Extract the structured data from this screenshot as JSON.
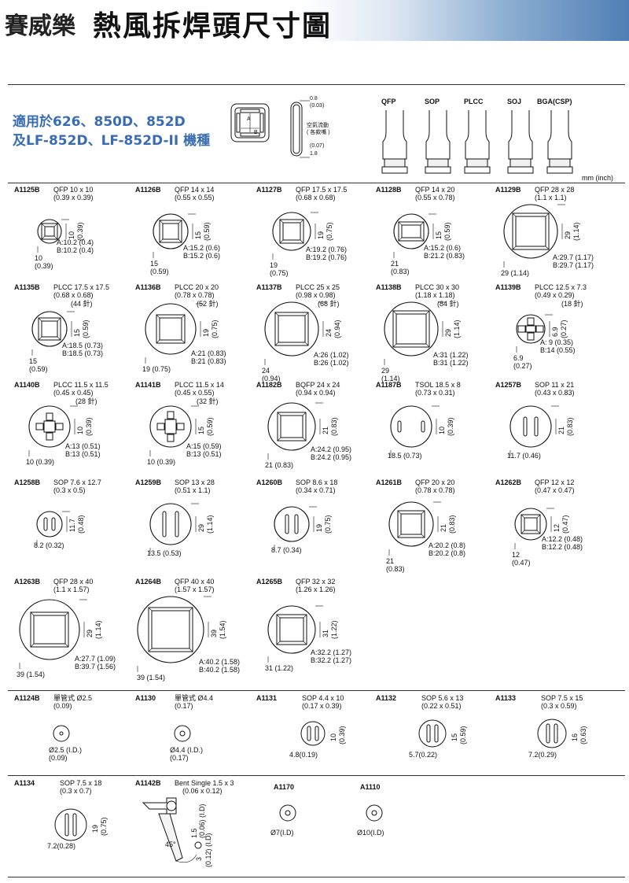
{
  "header": {
    "brand": "賽威樂",
    "title": "熱風拆焊頭尺寸圖"
  },
  "intro": {
    "line1": "適用於626、850D、852D",
    "line2": "及LF-852D、LF-852D-II 機種"
  },
  "legend": {
    "a": "A",
    "b": "B",
    "gap": "0.8",
    "gap_in": "(0.03)",
    "flow1": "空氣流動",
    "flow2": "( 各款嘴 )",
    "lip_in": "(0.07)",
    "lip": "1.8"
  },
  "nozzle_types": [
    "QFP",
    "SOP",
    "PLCC",
    "SOJ",
    "BGA(CSP)"
  ],
  "unit": "mm (inch)",
  "nozzles": [
    {
      "code": "A1125B",
      "type": "QFP",
      "size": "10 x 10",
      "inch": "(0.39 x 0.39)",
      "a": "A:10.2 (0.4)",
      "b": "B:10.2 (0.4)",
      "h": "10",
      "hi": "(0.39)",
      "v": "10",
      "vi": "(0.39)"
    },
    {
      "code": "A1126B",
      "type": "QFP",
      "size": "14 x 14",
      "inch": "(0.55 x 0.55)",
      "a": "A:15.2 (0.6)",
      "b": "B:15.2 (0.6)",
      "h": "15",
      "hi": "(0.59)",
      "v": "15",
      "vi": "(0.59)"
    },
    {
      "code": "A1127B",
      "type": "QFP",
      "size": "17.5 x 17.5",
      "inch": "(0.68 x 0.68)",
      "a": "A:19.2 (0.76)",
      "b": "B:19.2 (0.76)",
      "h": "19",
      "hi": "(0.75)",
      "v": "19",
      "vi": "(0.75)"
    },
    {
      "code": "A1128B",
      "type": "QFP",
      "size": "14 x 20",
      "inch": "(0.55 x 0.78)",
      "a": "A:15.2 (0.6)",
      "b": "B:21.2 (0.83)",
      "h": "21",
      "hi": "(0.83)",
      "v": "15",
      "vi": "(0.59)"
    },
    {
      "code": "A1129B",
      "type": "QFP",
      "size": "28 x 28",
      "inch": "(1.1 x 1.1)",
      "a": "A:29.7 (1.17)",
      "b": "B:29.7 (1.17)",
      "h": "29 (1.14)",
      "hi": "",
      "v": "29",
      "vi": "(1.14)"
    },
    {
      "code": "A1135B",
      "type": "PLCC",
      "size": "17.5 x 17.5",
      "inch": "(0.68 x 0.68)",
      "pins": "(44 針)",
      "a": "A:18.5 (0.73)",
      "b": "B:18.5 (0.73)",
      "h": "15",
      "hi": "(0.59)",
      "v": "15",
      "vi": "(0.59)"
    },
    {
      "code": "A1136B",
      "type": "PLCC",
      "size": "20 x 20",
      "inch": "(0.78 x 0.78)",
      "pins": "(52 針)",
      "a": "A:21 (0.83)",
      "b": "B:21 (0.83)",
      "h": "19 (0.75)",
      "hi": "",
      "v": "19",
      "vi": "(0.75)"
    },
    {
      "code": "A1137B",
      "type": "PLCC",
      "size": "25 x 25",
      "inch": "(0.98 x 0.98)",
      "pins": "(68 針)",
      "a": "A:26 (1.02)",
      "b": "B:26 (1.02)",
      "h": "24",
      "hi": "(0.94)",
      "v": "24",
      "vi": "(0.94)"
    },
    {
      "code": "A1138B",
      "type": "PLCC",
      "size": "30 x 30",
      "inch": "(1.18 x 1.18)",
      "pins": "(84 針)",
      "a": "A:31 (1.22)",
      "b": "B:31 (1.22)",
      "h": "29",
      "hi": "(1.14)",
      "v": "29",
      "vi": "(1.14)"
    },
    {
      "code": "A1139B",
      "type": "PLCC",
      "size": "12.5 x 7.3",
      "inch": "(0.49 x 0.29)",
      "pins": "(18 針)",
      "a": "A: 9 (0.35)",
      "b": "B:14 (0.55)",
      "h": "6.9",
      "hi": "(0.27)",
      "v": "6.9",
      "vi": "(0.27)"
    },
    {
      "code": "A1140B",
      "type": "PLCC",
      "size": "11.5 x 11.5",
      "inch": "(0.45 x 0.45)",
      "pins": "(28 針)",
      "a": "A:13 (0.51)",
      "b": "B:13 (0.51)",
      "h": "10 (0.39)",
      "hi": "",
      "v": "10",
      "vi": "(0.39)"
    },
    {
      "code": "A1141B",
      "type": "PLCC",
      "size": "11.5 x 14",
      "inch": "(0.45 x 0.55)",
      "pins": "(32 針)",
      "a": "A:15 (0.59)",
      "b": "B:13 (0.51)",
      "h": "10 (0.39)",
      "hi": "",
      "v": "15",
      "vi": "(0.59)"
    },
    {
      "code": "A1182B",
      "type": "BQFP",
      "size": "24 x 24",
      "inch": "(0.94 x 0.94)",
      "a": "A:24.2 (0.95)",
      "b": "B:24.2 (0.95)",
      "h": "21 (0.83)",
      "hi": "",
      "v": "21",
      "vi": "(0.83)"
    },
    {
      "code": "A1187B",
      "type": "TSOL",
      "size": "18.5 x 8",
      "inch": "(0.73 x 0.31)",
      "a": "",
      "b": "",
      "h": "18.5 (0.73)",
      "hi": "",
      "v": "10",
      "vi": "(0.39)"
    },
    {
      "code": "A1257B",
      "type": "SOP",
      "size": "11 x 21",
      "inch": "(0.43 x 0.83)",
      "a": "",
      "b": "",
      "h": "11.7 (0.46)",
      "hi": "",
      "v": "21",
      "vi": "(0.83)"
    },
    {
      "code": "A1258B",
      "type": "SOP",
      "size": "7.6 x 12.7",
      "inch": "(0.3 x 0.5)",
      "a": "",
      "b": "",
      "h": "8.2 (0.32)",
      "hi": "",
      "v": "11.7",
      "vi": "(0.48)"
    },
    {
      "code": "A1259B",
      "type": "SOP",
      "size": "13 x 28",
      "inch": "(0.51 x 1.1)",
      "a": "",
      "b": "",
      "h": "13.5 (0.53)",
      "hi": "",
      "v": "29",
      "vi": "(1.14)"
    },
    {
      "code": "A1260B",
      "type": "SOP",
      "size": "8.6 x 18",
      "inch": "(0.34 x 0.71)",
      "a": "",
      "b": "",
      "h": "8.7 (0.34)",
      "hi": "",
      "v": "19",
      "vi": "(0.75)"
    },
    {
      "code": "A1261B",
      "type": "QFP",
      "size": "20 x 20",
      "inch": "(0.78 x 0.78)",
      "a": "A:20.2 (0.8)",
      "b": "B:20.2 (0.8)",
      "h": "21",
      "hi": "(0.83)",
      "v": "21",
      "vi": "(0.83)"
    },
    {
      "code": "A1262B",
      "type": "QFP",
      "size": "12 x 12",
      "inch": "(0.47 x 0.47)",
      "a": "A:12.2 (0.48)",
      "b": "B:12.2 (0.48)",
      "h": "12",
      "hi": "(0.47)",
      "v": "12",
      "vi": "(0.47)"
    },
    {
      "code": "A1263B",
      "type": "QFP",
      "size": "28 x 40",
      "inch": "(1.1 x 1.57)",
      "a": "A:27.7 (1.09)",
      "b": "B:39.7 (1.56)",
      "h": "39 (1.54)",
      "hi": "",
      "v": "29",
      "vi": "(1.14)"
    },
    {
      "code": "A1264B",
      "type": "QFP",
      "size": "40 x 40",
      "inch": "(1.57 x 1.57)",
      "a": "A:40.2 (1.58)",
      "b": "B:40.2 (1.58)",
      "h": "39 (1.54)",
      "hi": "",
      "v": "39",
      "vi": "(1.54)"
    },
    {
      "code": "A1265B",
      "type": "QFP",
      "size": "32 x 32",
      "inch": "(1.26 x 1.26)",
      "a": "A:32.2 (1.27)",
      "b": "B:32.2 (1.27)",
      "h": "31 (1.22)",
      "hi": "",
      "v": "31",
      "vi": "(1.22)"
    }
  ],
  "singles": [
    {
      "code": "A1124B",
      "type": "單管式 Ø2.5",
      "inch": "(0.09)",
      "h": "Ø2.5 (I.D.)",
      "hi": "(0.09)",
      "v": "",
      "vi": ""
    },
    {
      "code": "A1130",
      "type": "單管式 Ø4.4",
      "inch": "(0.17)",
      "h": "Ø4.4 (I.D.)",
      "hi": "(0.17)",
      "v": "",
      "vi": ""
    },
    {
      "code": "A1131",
      "type": "SOP 4.4 x 10",
      "inch": "(0.17 x 0.39)",
      "h": "4.8(0.19)",
      "hi": "",
      "v": "10",
      "vi": "(0.39)"
    },
    {
      "code": "A1132",
      "type": "SOP 5.6 x 13",
      "inch": "(0.22 x 0.51)",
      "h": "5.7(0.22)",
      "hi": "",
      "v": "15",
      "vi": "(0.59)"
    },
    {
      "code": "A1133",
      "type": "SOP 7.5 x 15",
      "inch": "(0.3 x 0.59)",
      "h": "7.2(0.29)",
      "hi": "",
      "v": "16",
      "vi": "(0.63)"
    },
    {
      "code": "A1134",
      "type": "SOP 7.5 x 18",
      "inch": "(0.3 x 0.7)",
      "h": "7.2(0.28)",
      "hi": "",
      "v": "19",
      "vi": "(0.75)"
    }
  ],
  "bent": {
    "code": "A1142B",
    "type": "Bent Single 1.5 x 3",
    "inch": "(0.06 x 0.12)",
    "d1": "1.5",
    "d1i": "(0.06) (I.D)",
    "d2": "3",
    "d2i": "(0.12) (I.D)",
    "angle": "45°"
  },
  "round": [
    {
      "code": "A1170",
      "label": "Ø7(I.D)"
    },
    {
      "code": "A1110",
      "label": "Ø10(I.D)"
    }
  ]
}
